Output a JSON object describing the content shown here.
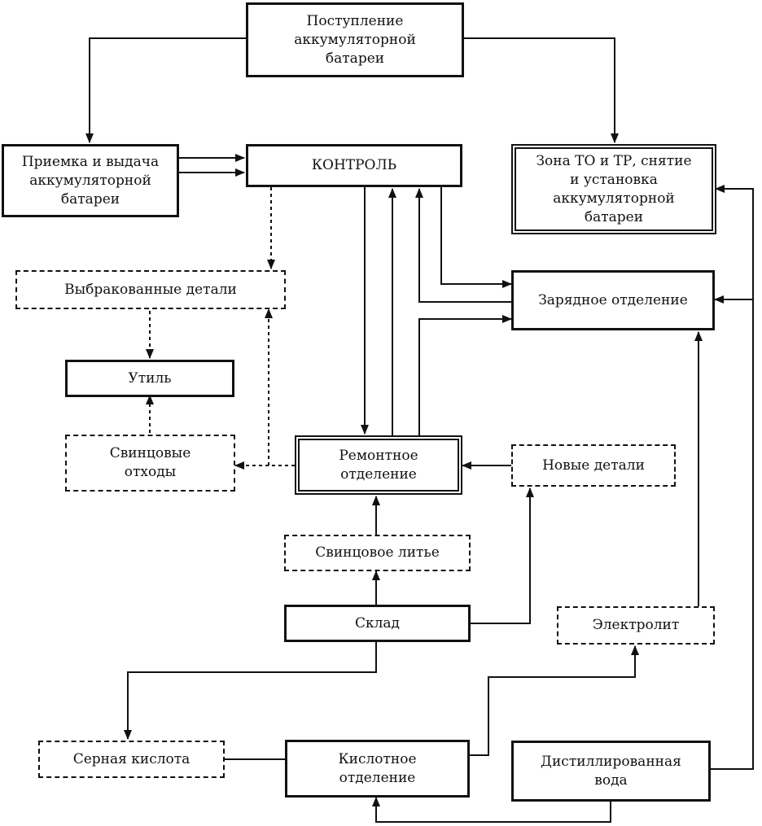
{
  "diagram": {
    "nodes": {
      "arrival": "Поступление\nаккумуляторной\nбатареи",
      "reception": "Приемка и выдача\nаккумуляторной\nбатареи",
      "control": "КОНТРОЛЬ",
      "zone": "Зона ТО и ТР, снятие\nи установка\nаккумуляторной\nбатареи",
      "rejected": "Выбракованные детали",
      "charging": "Зарядное отделение",
      "scrap": "Утиль",
      "lead_waste": "Свинцовые\nотходы",
      "repair": "Ремонтное\nотделение",
      "new_parts": "Новые детали",
      "lead_casting": "Свинцовое литье",
      "warehouse": "Склад",
      "electrolyte": "Электролит",
      "sulfuric_acid": "Серная кислота",
      "acid_dept": "Кислотное\nотделение",
      "distilled_water": "Дистиллированная\nвода"
    }
  }
}
